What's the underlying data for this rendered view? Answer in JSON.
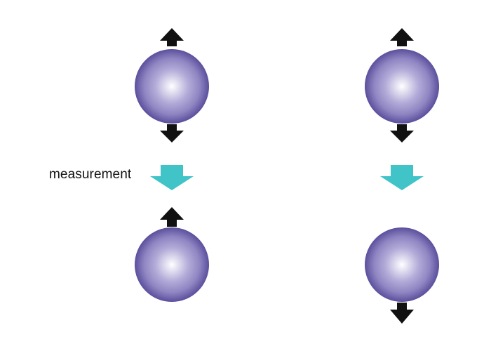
{
  "measurement_label": "measurement",
  "colors": {
    "sphere_center": "#ffffff",
    "sphere_mid": "#8f85c2",
    "sphere_edge": "#5a4f9c",
    "spin_arrow": "#111111",
    "measurement_arrow": "#40c4c8"
  },
  "columns": [
    {
      "name": "left",
      "before": {
        "spin_arrows": [
          "up",
          "down"
        ]
      },
      "after": {
        "spin_arrows": [
          "up"
        ]
      }
    },
    {
      "name": "right",
      "before": {
        "spin_arrows": [
          "up",
          "down"
        ]
      },
      "after": {
        "spin_arrows": [
          "down"
        ]
      }
    }
  ]
}
